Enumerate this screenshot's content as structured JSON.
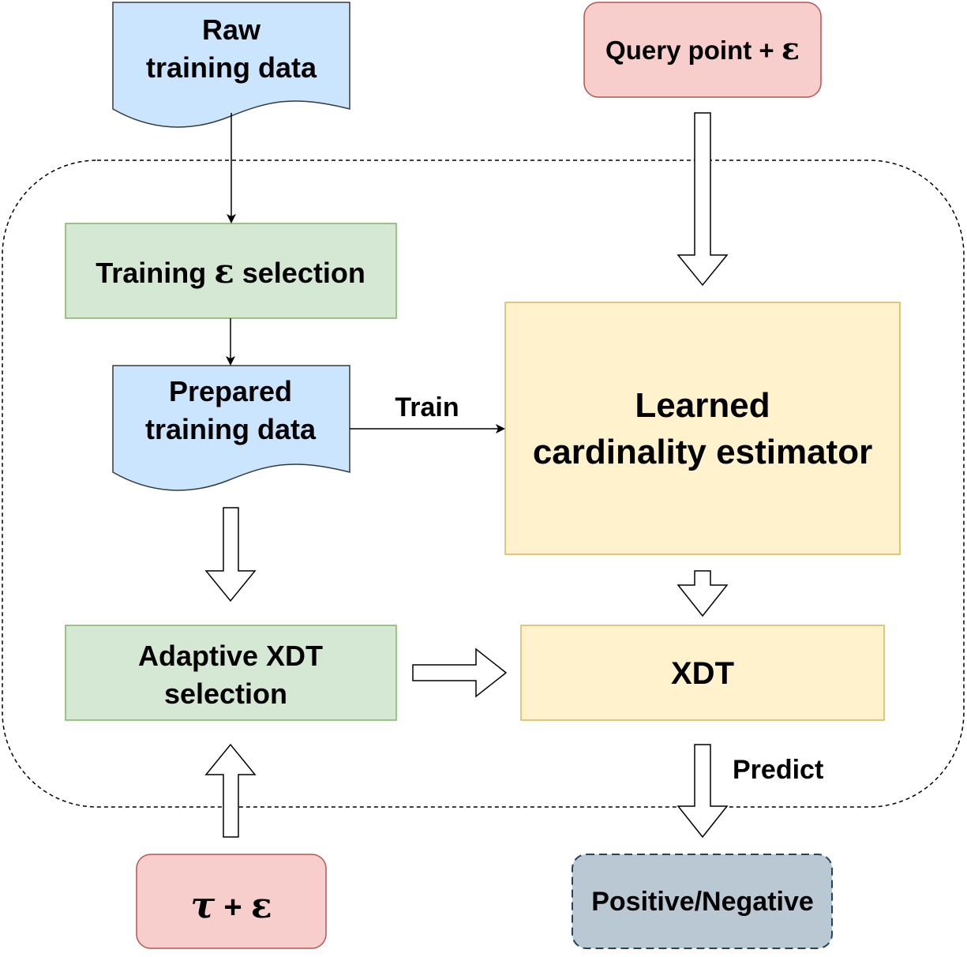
{
  "nodes": {
    "raw_data": {
      "line1": "Raw",
      "line2": "training data",
      "fill": "#cce5ff",
      "stroke": "#36393d"
    },
    "query": {
      "text": "Query point + ",
      "epsilon": "ε",
      "fill": "#f8cecc",
      "stroke": "#b85450"
    },
    "eps_selection": {
      "before": "Training ",
      "epsilon": "ε",
      "after": " selection",
      "fill": "#d5e8d4",
      "stroke": "#82b366"
    },
    "prepared_data": {
      "line1": "Prepared",
      "line2": "training data",
      "fill": "#cce5ff",
      "stroke": "#36393d"
    },
    "estimator": {
      "line1": "Learned",
      "line2": "cardinality estimator",
      "fill": "#fff2cc",
      "stroke": "#d6b656"
    },
    "xdt_selection": {
      "line1": "Adaptive XDT",
      "line2": "selection",
      "fill": "#d5e8d4",
      "stroke": "#82b366"
    },
    "xdt": {
      "text": "XDT",
      "fill": "#fff2cc",
      "stroke": "#d6b656"
    },
    "tau_eps": {
      "tau": "τ",
      "plus": " + ",
      "epsilon": "ε",
      "fill": "#f8cecc",
      "stroke": "#b85450"
    },
    "output": {
      "text": "Positive/Negative",
      "fill": "#bac8d3",
      "stroke": "#23445d"
    }
  },
  "edges": {
    "train": "Train",
    "predict": "Predict"
  }
}
